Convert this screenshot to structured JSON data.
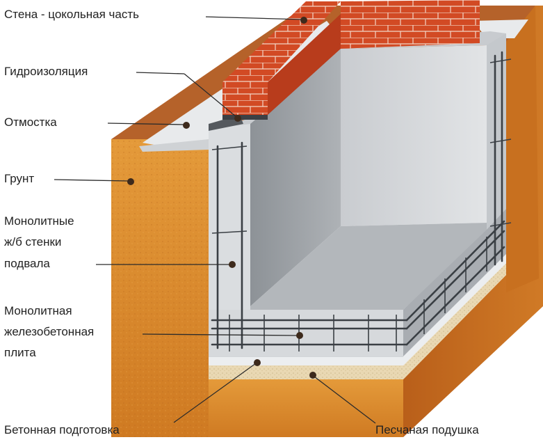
{
  "labels": {
    "wall_plinth": "Стена - цокольная часть",
    "waterproofing": "Гидроизоляция",
    "blind_area": "Отмостка",
    "soil": "Грунт",
    "walls_line1": "Монолитные",
    "walls_line2": "ж/б стенки",
    "walls_line3": "подвала",
    "slab_line1": "Монолитная",
    "slab_line2": "железобетонная",
    "slab_line3": "плита",
    "concrete_prep": "Бетонная подготовка",
    "sand_cushion": "Песчаная подушка"
  },
  "colors": {
    "soil_front": "#d9892c",
    "soil_side": "#c46a1c",
    "soil_top": "#b5622a",
    "brick": "#d24a24",
    "concrete_light": "#d6d9dc",
    "concrete_mid": "#b9bdc1",
    "concrete_dark": "#9ea3a8",
    "sand": "#e8d6b0",
    "leader": "#2b2b2b"
  }
}
